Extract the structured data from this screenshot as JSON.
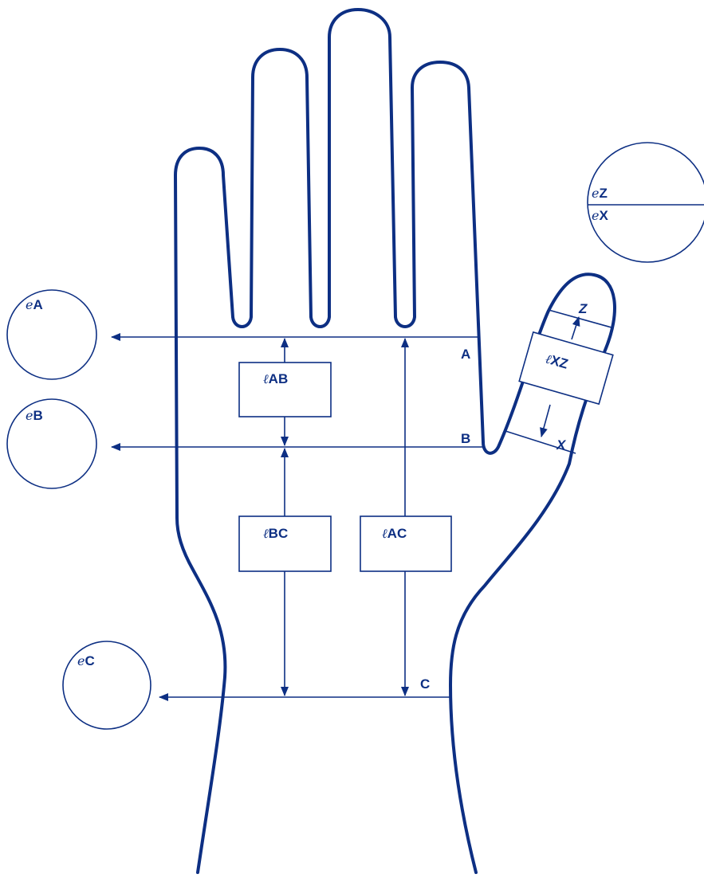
{
  "colors": {
    "line": "#0d2f83",
    "background": "#ffffff"
  },
  "labels": {
    "level_a": "A",
    "level_b": "B",
    "level_c": "C",
    "circ_a": {
      "prefix": "e",
      "name": "A"
    },
    "circ_b": {
      "prefix": "e",
      "name": "B"
    },
    "circ_c": {
      "prefix": "e",
      "name": "C"
    },
    "circ_z": {
      "prefix": "e",
      "name": "Z"
    },
    "circ_x": {
      "prefix": "e",
      "name": "X"
    },
    "len_ab": {
      "prefix": "ℓ",
      "name": "AB"
    },
    "len_bc": {
      "prefix": "ℓ",
      "name": "BC"
    },
    "len_ac": {
      "prefix": "ℓ",
      "name": "AC"
    },
    "len_xz": {
      "prefix": "ℓ",
      "name": "XZ"
    },
    "thumb_z": "Z",
    "thumb_x": "X"
  }
}
